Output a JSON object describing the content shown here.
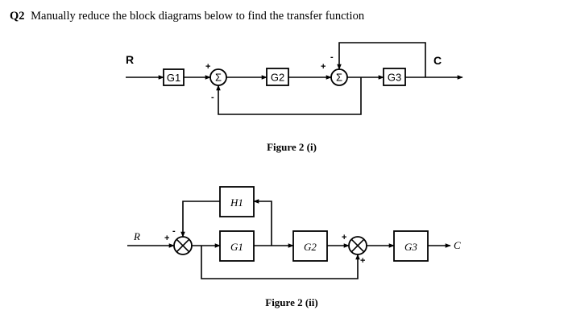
{
  "question": {
    "number": "Q2",
    "text": "Manually reduce the block diagrams below to find the transfer function"
  },
  "figure1": {
    "caption": "Figure 2 (i)",
    "input_label": "R",
    "output_label": "C",
    "blocks": [
      "G1",
      "G2",
      "G3"
    ],
    "summer_symbol": "Σ",
    "signs": {
      "sum1_top": "+",
      "sum1_bottom": "-",
      "sum2_left": "+",
      "sum2_top": "-"
    }
  },
  "figure2": {
    "caption": "Figure 2 (ii)",
    "input_label": "R",
    "output_label": "C",
    "blocks": {
      "h1": "H1",
      "g1": "G1",
      "g2": "G2",
      "g3": "G3"
    },
    "signs": {
      "sum1_left": "+",
      "sum1_top": "-",
      "sum2_left": "+",
      "sum2_bottom": "+"
    }
  }
}
